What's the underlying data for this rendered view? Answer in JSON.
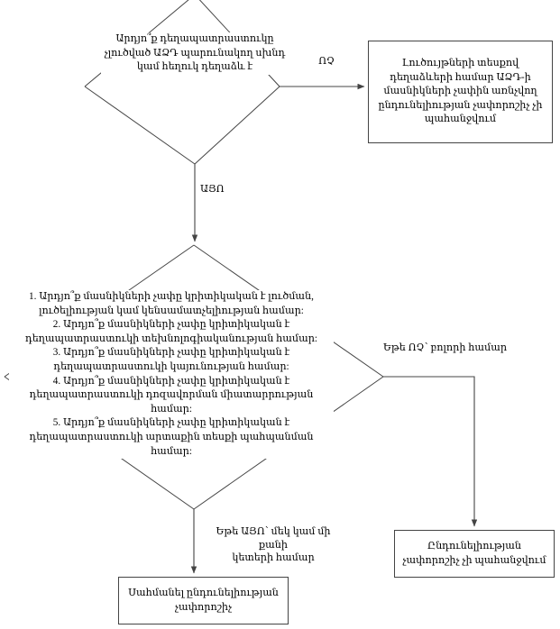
{
  "diagram": {
    "type": "flowchart",
    "language": "hy",
    "title_text": "",
    "colors": {
      "line": "#444444",
      "box_border": "#444444",
      "background": "#ffffff",
      "text": "#000000"
    },
    "decision_1": {
      "text": "Արդյո՞ք դեղապատրաստուկը չլուծված ԱՁԴ պարունակող սխնդ կամ հեղուկ դեղաձև է"
    },
    "decision_2": {
      "items": [
        "1. Արդյո՞ք մասնիկների չափը կրիտիկական է լուծման, լուծելիության կամ կենսամատչելիության համար:",
        "2. Արդյո՞ք մասնիկների չափը կրիտիկական է դեղապատրաստուկի տեխնոլոգիականության համար:",
        "3. Արդյո՞ք մասնիկների չափը կրիտիկական է դեղապատրաստուկի կայունության համար:",
        "4. Արդյո՞ք մասնիկների չափը կրիտիկական է դեղապատրաստուկի դոզավորման միատարրության համար:",
        "5. Արդյո՞ք մասնիկների չափը կրիտիկական է դեղապատրաստուկի արտաքին տեսքի պահպանման համար:"
      ]
    },
    "box_no_solution": {
      "text": "Լուծույթների տեսքով դեղաձևերի համար ԱՁԴ-ի մասնիկների չափին առնչվող ընդունելիության չափորոշիչ չի պահանջվում"
    },
    "box_no_criteria": {
      "text": "Ընդունելիության չափորոշիչ չի պահանջվում"
    },
    "box_set_criteria": {
      "text": "Սահմանել ընդունելիության չափորոշիչ"
    },
    "labels": {
      "no": "ՈՉ",
      "yes": "ԱՅՈ",
      "if_no_all": "Եթե ՈՉ՝ բոլորի համար",
      "if_yes_some": "Եթե ԱՅՈ՝ մեկ կամ մի քանի\nկետերի համար"
    }
  }
}
